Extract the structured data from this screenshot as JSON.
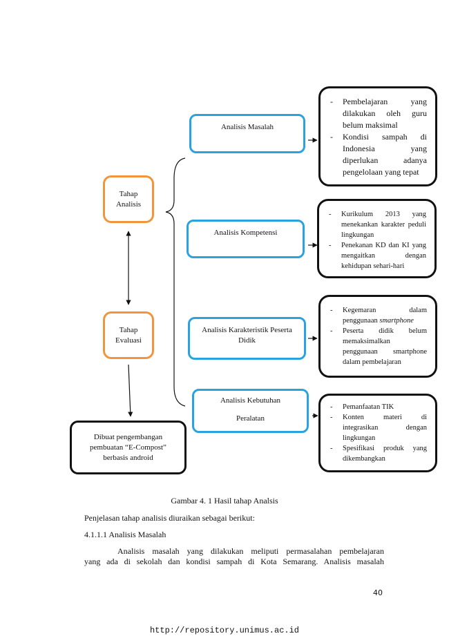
{
  "diagram": {
    "analysis_stage": "Tahap\nAnalisis",
    "evaluation_stage": "Tahap\nEvaluasi",
    "output_box": "Dibuat pengembangan pembuatan “E-Compost” berbasis android",
    "analyses": [
      {
        "label": "Analisis Masalah"
      },
      {
        "label": "Analisis Kompetensi"
      },
      {
        "label": "Analisis Karakteristik Peserta Didik"
      },
      {
        "label": "Analisis Kebutuhan\n\nPeralatan"
      }
    ],
    "findings": [
      {
        "items": [
          "Pembelajaran yang dilakukan oleh guru belum maksimal",
          "Kondisi sampah di Indonesia yang diperlukan adanya pengelolaan yang tepat"
        ]
      },
      {
        "items": [
          "Kurikulum 2013 yang menekankan karakter peduli lingkungan",
          "Penekanan KD dan KI yang mengaitkan dengan kehidupan sehari-hari"
        ]
      },
      {
        "items": [
          "Kegemaran dalam penggunaan",
          "Peserta didik belum memaksimalkan penggunaan smartphone dalam pembelajaran"
        ],
        "item0_italic": "smartphone"
      },
      {
        "items": [
          "Pemanfaatan TIK",
          "Konten materi di integrasikan dengan lingkungan",
          "Spesifikasi produk yang dikembangkan"
        ]
      }
    ]
  },
  "caption": "Gambar 4. 1 Hasil tahap Analsis",
  "intro": "Penjelasan tahap analisis diuraikan sebagai berikut:",
  "subheading": "4.1.1.1 Analisis Masalah",
  "paragraph_line1": "Analisis masalah yang dilakukan meliputi permasalahan pembelajaran",
  "paragraph_line2": "yang ada di sekolah dan kondisi sampah di Kota Semarang. Analisis masalah",
  "page_number": "40",
  "footer_url": "http://repository.unimus.ac.id"
}
